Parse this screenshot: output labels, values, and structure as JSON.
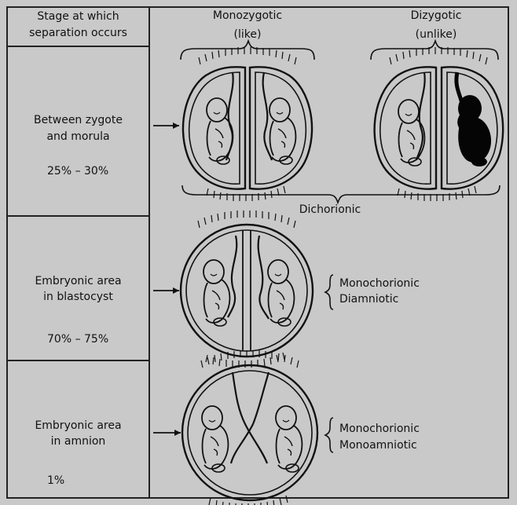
{
  "header": {
    "stage_line1": "Stage at which",
    "stage_line2": "separation occurs",
    "mono_title": "Monozygotic",
    "mono_sub": "(like)",
    "di_title": "Dizygotic",
    "di_sub": "(unlike)"
  },
  "rows": [
    {
      "label_line1": "Between zygote",
      "label_line2": "and morula",
      "percent": "25% – 30%",
      "result_line1": "Dichorionic",
      "result_line2": ""
    },
    {
      "label_line1": "Embryonic area",
      "label_line2": "in blastocyst",
      "percent": "70% – 75%",
      "result_line1": "Monochorionic",
      "result_line2": "Diamniotic"
    },
    {
      "label_line1": "Embryonic area",
      "label_line2": "in amnion",
      "percent": "1%",
      "result_line1": "Monochorionic",
      "result_line2": "Monoamniotic"
    }
  ],
  "colors": {
    "background": "#c9c9c9",
    "ink": "#111111",
    "dark_embryo": "#050505"
  }
}
